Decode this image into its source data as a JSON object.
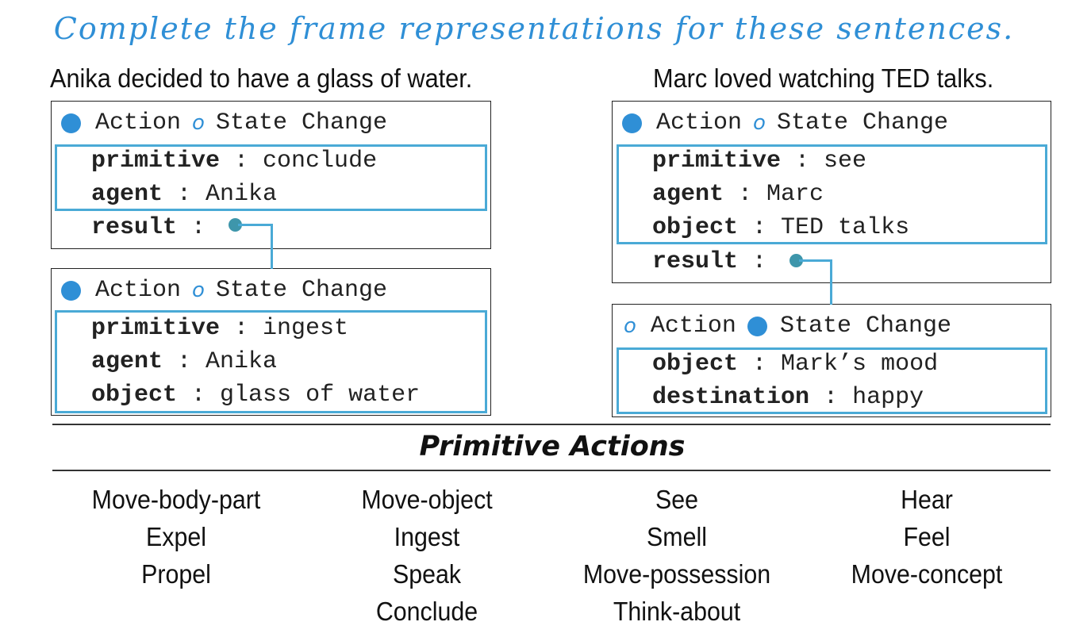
{
  "title": "Complete the frame representations for these sentences.",
  "left": {
    "sentence": "Anika decided to have a glass of water.",
    "frame1": {
      "header": {
        "action": "Action",
        "sep": "o",
        "state": "State Change",
        "selected": "action"
      },
      "slots": [
        {
          "key": "primitive",
          "value": "conclude"
        },
        {
          "key": "agent",
          "value": "Anika"
        },
        {
          "key": "result",
          "value": ""
        }
      ]
    },
    "frame2": {
      "header": {
        "action": "Action",
        "sep": "o",
        "state": "State Change",
        "selected": "action"
      },
      "slots": [
        {
          "key": "primitive",
          "value": "ingest"
        },
        {
          "key": "agent",
          "value": "Anika"
        },
        {
          "key": "object",
          "value": "glass of water"
        }
      ]
    }
  },
  "right": {
    "sentence": "Marc loved watching TED talks.",
    "frame1": {
      "header": {
        "action": "Action",
        "sep": "o",
        "state": "State Change",
        "selected": "action"
      },
      "slots": [
        {
          "key": "primitive",
          "value": "see"
        },
        {
          "key": "agent",
          "value": "Marc"
        },
        {
          "key": "object",
          "value": "TED talks"
        },
        {
          "key": "result",
          "value": ""
        }
      ]
    },
    "frame2": {
      "header": {
        "sep": "o",
        "action": "Action",
        "state": "State Change",
        "selected": "state"
      },
      "slots": [
        {
          "key": "object",
          "value": "Mark’s mood"
        },
        {
          "key": "destination",
          "value": "happy"
        }
      ]
    }
  },
  "primitives": {
    "title": "Primitive Actions",
    "columns": [
      [
        "Move-body-part",
        "Expel",
        "Propel"
      ],
      [
        "Move-object",
        "Ingest",
        "Speak",
        "Conclude"
      ],
      [
        "See",
        "Smell",
        "Move-possession",
        "Think-about"
      ],
      [
        "Hear",
        "Feel",
        "Move-concept"
      ]
    ]
  },
  "colors": {
    "accent": "#2f8fd6",
    "highlight": "#4aaad6",
    "connector": "#3e96ab"
  }
}
